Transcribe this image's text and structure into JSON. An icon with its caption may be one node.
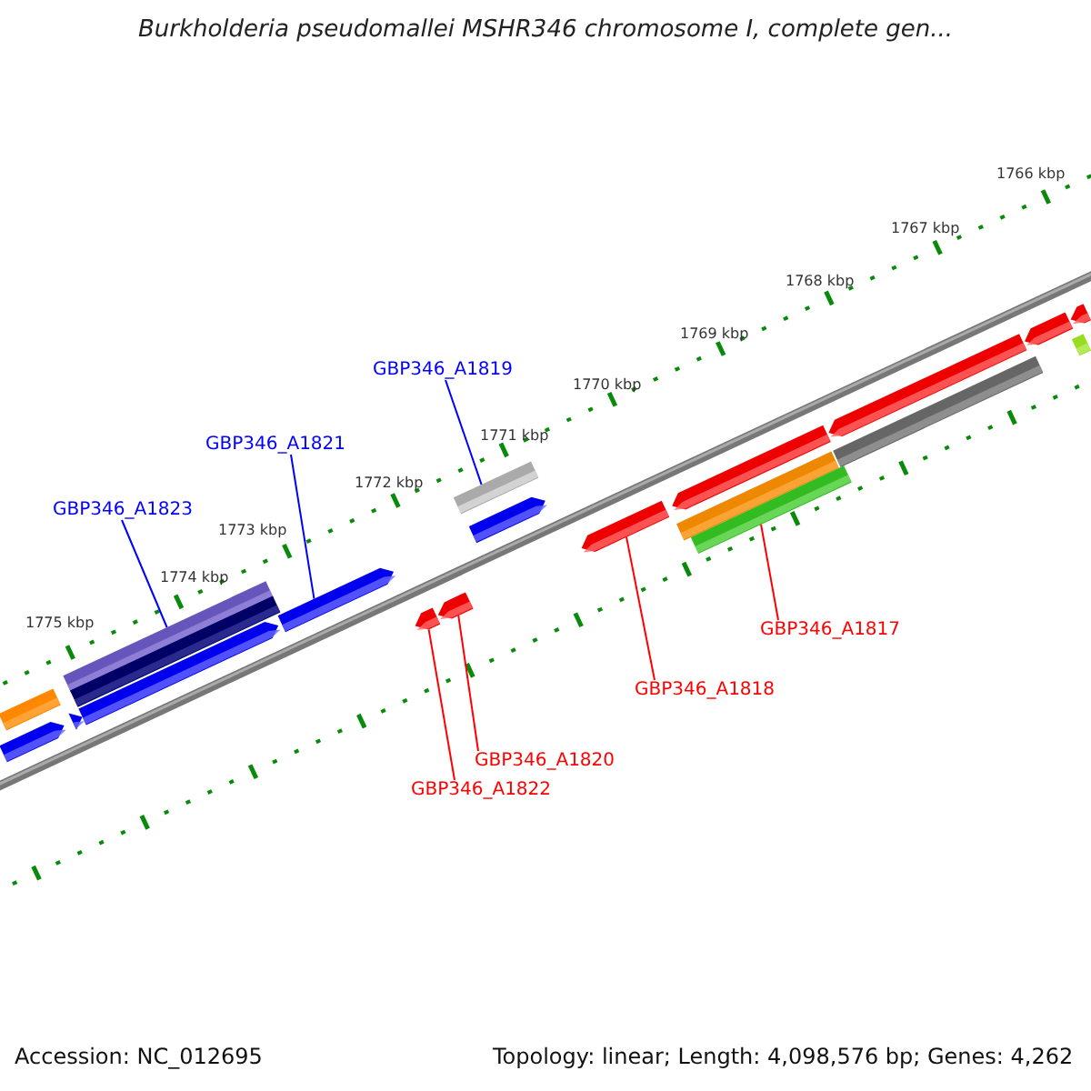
{
  "diagram": {
    "title": "Burkholderia pseudomallei MSHR346 chromosome I, complete gen...",
    "nodes": [
      {
        "text": [
          "GBP346_A1819"
        ]
      },
      {
        "text": [
          "GBP346_A1821"
        ]
      },
      {
        "text": [
          "GBP346_A1823"
        ]
      },
      {
        "text": [
          "GBP346_A1817"
        ]
      },
      {
        "text": [
          "GBP346_A1818"
        ]
      },
      {
        "text": [
          "GBP346_A1820"
        ]
      },
      {
        "text": [
          "GBP346_A1822"
        ]
      },
      {
        "text": [],
        "shape": "bar"
      },
      {
        "text": [],
        "shape": "bar"
      },
      {
        "text": [],
        "shape": "bar"
      },
      {
        "text": [],
        "shape": "bar"
      },
      {
        "text": [],
        "shape": "bar"
      },
      {
        "text": [],
        "shape": "bar"
      },
      {
        "text": [],
        "shape": "bar"
      },
      {
        "text": [],
        "shape": "bar"
      },
      {
        "text": [],
        "shape": "bar"
      },
      {
        "text": [],
        "shape": "bar"
      },
      {
        "text": [],
        "shape": "bar"
      },
      {
        "text": [],
        "shape": "bar"
      },
      {
        "text": [],
        "shape": "bar"
      },
      {
        "text": [],
        "shape": "bar"
      },
      {
        "text": [],
        "shape": "bar"
      },
      {
        "text": [],
        "shape": "bar"
      },
      {
        "text": [],
        "shape": "bar"
      },
      {
        "text": [],
        "shape": "bar"
      },
      {
        "text": [],
        "shape": "bar"
      },
      {
        "text": [],
        "shape": "bar"
      }
    ],
    "edges": [
      {
        "from": 0,
        "to": 16,
        "arrow": "none",
        "color": "#0000ff"
      },
      {
        "from": 1,
        "to": 13,
        "arrow": "none",
        "color": "#0000ff"
      },
      {
        "from": 2,
        "to": 10,
        "arrow": "none",
        "color": "#0000ff"
      },
      {
        "from": 3,
        "to": 21,
        "arrow": "none",
        "color": "#ff0000"
      },
      {
        "from": 4,
        "to": 18,
        "arrow": "none",
        "color": "#ff0000"
      },
      {
        "from": 5,
        "to": 15,
        "arrow": "none",
        "color": "#ff0000"
      },
      {
        "from": 6,
        "to": 14,
        "arrow": "none",
        "color": "#ff0000"
      }
    ],
    "labels": [
      "1766 kbp",
      "1767 kbp",
      "1768 kbp",
      "1769 kbp",
      "1770 kbp",
      "1771 kbp",
      "1772 kbp",
      "1773 kbp",
      "1774 kbp",
      "1775 kbp",
      "Accession: NC_012695",
      "Topology: linear; Length: 4,098,576 bp; Genes: 4,262"
    ]
  }
}
